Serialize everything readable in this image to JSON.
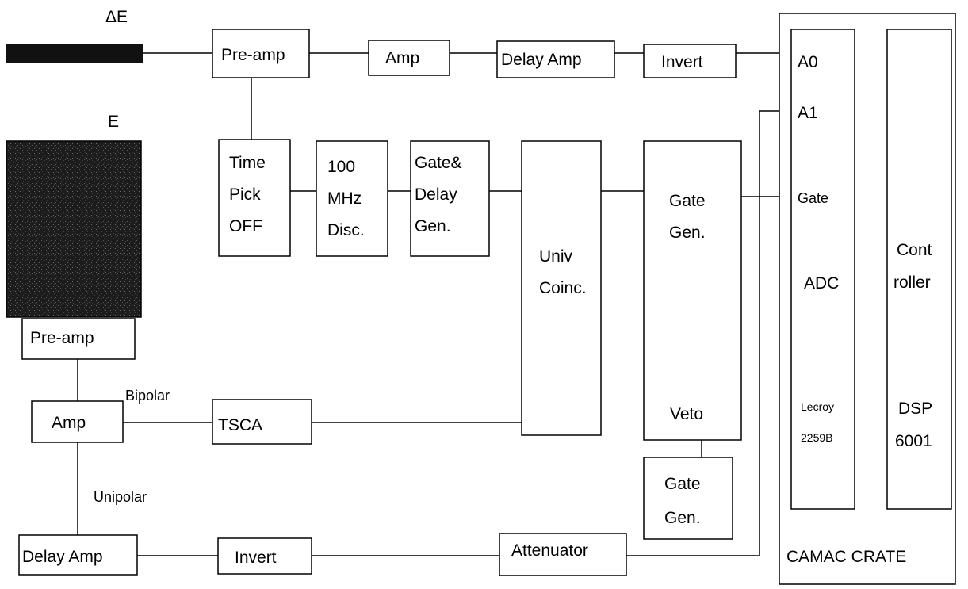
{
  "detectors": {
    "delta_e_label": "ΔE",
    "e_label": "E"
  },
  "modules": {
    "preamp_top": "Pre-amp",
    "amp_top": "Amp",
    "delay_amp_top": "Delay Amp",
    "invert_top": "Invert",
    "time_pick_off": [
      "Time",
      "Pick",
      "OFF"
    ],
    "disc_100mhz": [
      "100",
      "MHz",
      "Disc."
    ],
    "gate_delay_gen": [
      "Gate&",
      "Delay",
      "Gen."
    ],
    "univ_coinc": [
      "Univ",
      "Coinc."
    ],
    "gate_gen_main": [
      "Gate",
      "Gen."
    ],
    "veto": "Veto",
    "gate_gen_small": [
      "Gate",
      "Gen."
    ],
    "preamp_e": "Pre-amp",
    "amp_e": "Amp",
    "tsca": "TSCA",
    "delay_amp_bottom": "Delay Amp",
    "invert_bottom": "Invert",
    "attenuator": "Attenuator"
  },
  "signals": {
    "bipolar": "Bipolar",
    "unipolar": "Unipolar"
  },
  "crate": {
    "label": "CAMAC CRATE",
    "adc": {
      "input_a0": "A0",
      "input_a1": "A1",
      "gate": "Gate",
      "name": "ADC",
      "model": [
        "Lecroy",
        "2259B"
      ]
    },
    "controller": {
      "name": [
        "Cont",
        "roller"
      ],
      "model": [
        "DSP",
        "6001"
      ]
    }
  },
  "colors": {
    "line": "#000000",
    "background": "#ffffff",
    "detector_fill": "#1a1a1a"
  }
}
